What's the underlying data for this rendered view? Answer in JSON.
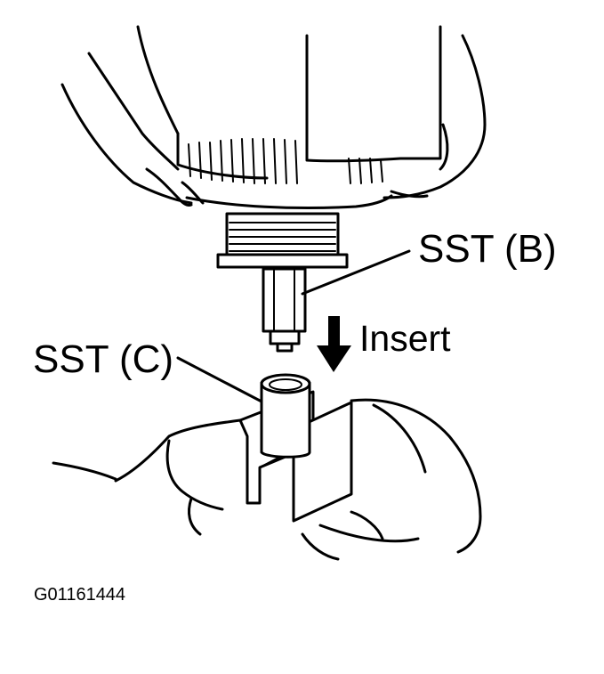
{
  "labels": {
    "sst_b": "SST (B)",
    "insert": "Insert",
    "sst_c": "SST (C)",
    "figure_id": "G01161444"
  },
  "colors": {
    "ink": "#000000",
    "background": "#ffffff"
  }
}
